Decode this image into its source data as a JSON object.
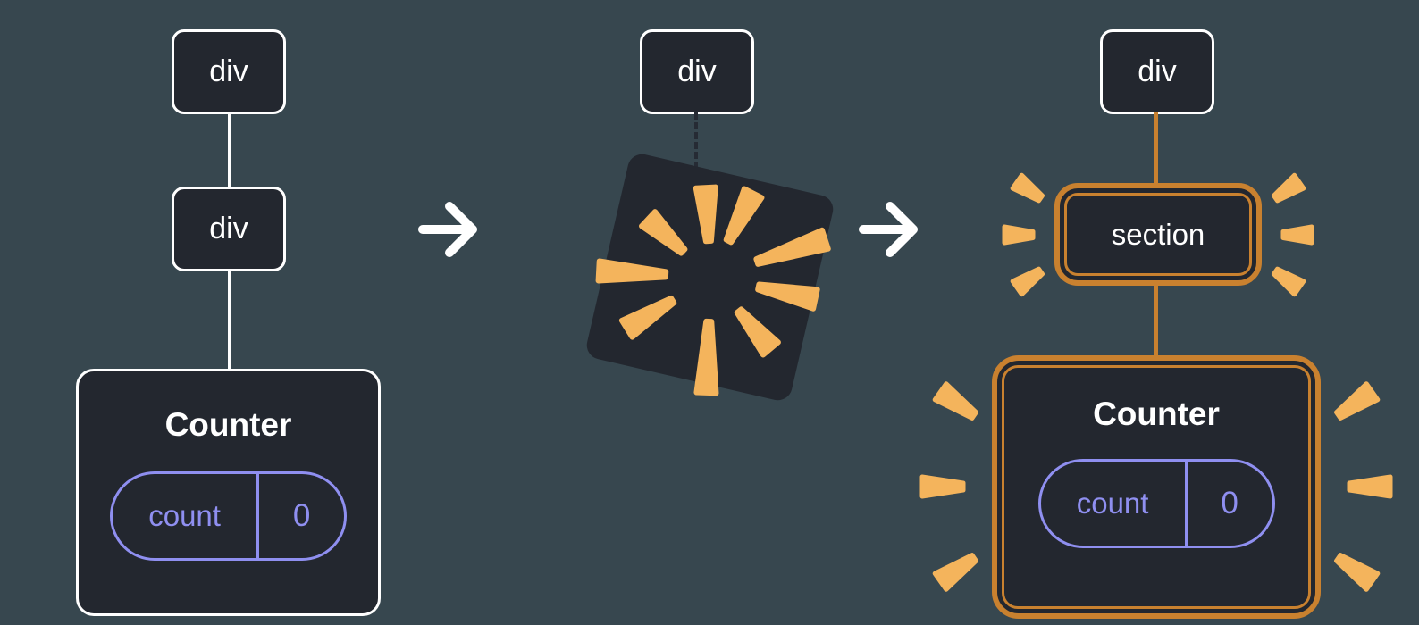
{
  "labels": {
    "before_root": "div",
    "before_child": "div",
    "before_component": "Counter",
    "before_state_key": "count",
    "before_state_value": "0",
    "during_root": "div",
    "after_root": "div",
    "after_child": "section",
    "after_component": "Counter",
    "after_state_key": "count",
    "after_state_value": "0"
  },
  "icons": {
    "arrow": "right-arrow",
    "poof": "destroy-burst",
    "glow": "highlight-sparks"
  },
  "colors": {
    "background": "#37474f",
    "card": "#23272f",
    "node_border": "#ffffff",
    "text": "#ffffff",
    "state_accent": "#8f8ff0",
    "highlight": "#c9812f",
    "burst": "#f4b45c",
    "dash": "#262b34"
  }
}
